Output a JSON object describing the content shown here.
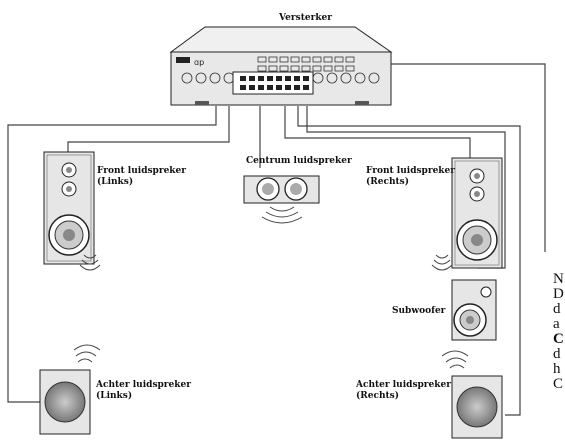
{
  "amplifier": {
    "label": "Versterker"
  },
  "speakers": {
    "front_left": {
      "line1": "Front luidspreker",
      "line2": "(Links)"
    },
    "center": {
      "line1": "Centrum luidspreker"
    },
    "front_right": {
      "line1": "Front luidspreker",
      "line2": "(Rechts)"
    },
    "subwoofer": {
      "line1": "Subwoofer"
    },
    "rear_left": {
      "line1": "Achter luidspreker",
      "line2": "(Links)"
    },
    "rear_right": {
      "line1": "Achter luidspreker",
      "line2": "(Rechts)"
    }
  },
  "side_text": [
    "N",
    "D",
    "d",
    "a",
    "C",
    "d",
    "h",
    "C"
  ],
  "colors": {
    "line": "#333333",
    "device": "#e6e6e6",
    "stroke": "#222222"
  }
}
